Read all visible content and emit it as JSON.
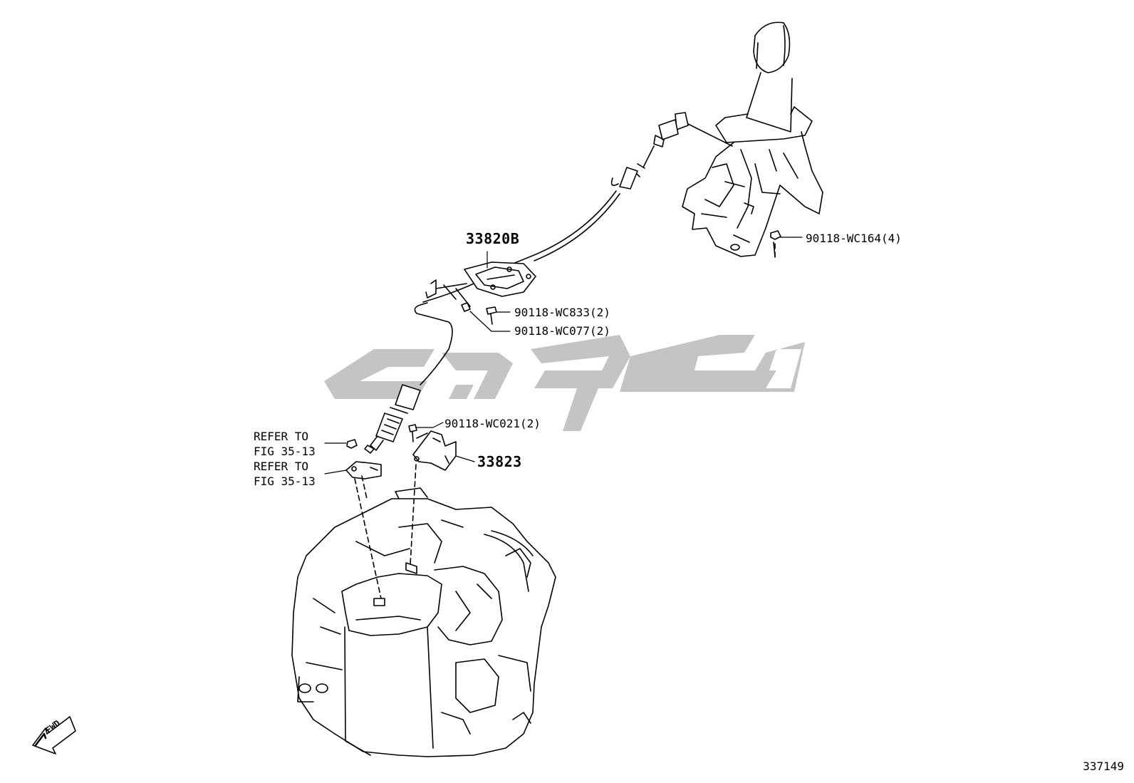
{
  "diagram": {
    "callouts": {
      "cable": "33820B",
      "bracket": "33823",
      "nut_shifter": "90118-WC164(4)",
      "bolt_cover": "90118-WC833(2)",
      "clip_cover": "90118-WC077(2)",
      "bolt_bracket": "90118-WC021(2)",
      "refer_1": "REFER TO\nFIG 35-13",
      "refer_2": "REFER TO\nFIG 35-13"
    },
    "fwd_arrow_text": "FWD",
    "figure_number": "337149",
    "watermark_icon": "watermark-logo",
    "colors": {
      "line": "#000000",
      "watermark": "#c4c4c4",
      "background": "#ffffff"
    }
  }
}
